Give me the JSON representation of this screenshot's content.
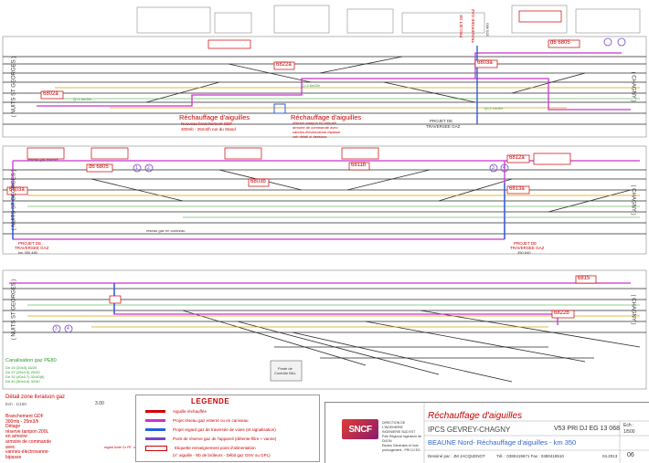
{
  "sections": [
    {
      "left_station": "( NUITS ST GEORGES )",
      "right_station": "( CHAGNY )",
      "heating_title": "Réchauffage d'aiguilles",
      "heating_lines": [
        "Nouveau branchement GDF",
        "300mb - 25m3/h rue du Stand"
      ],
      "cabinet_title": "Réchauffage d'aiguilles",
      "cabinet_lines": [
        "réserve tampon en armoire",
        "armoire de commande avec",
        "vannes-électrovanne-bipasse",
        "voir détail ci-dessous"
      ],
      "crossing_label": [
        "PROJET DE",
        "TRAVERSEE GAZ"
      ],
      "crossing_top_label": [
        "PROJET DE",
        "TRAVERSEE GAZ"
      ],
      "pk_labels": [
        "350.480",
        "350.640"
      ],
      "switch_tags": [
        "d6 6805",
        "6802a",
        "6803a",
        "6822a"
      ],
      "gas_flow_labels": [
        "Q=1.5m3/h",
        "Q=2.6m3/h",
        "Q=2.1m3/h"
      ]
    },
    {
      "left_station": "( NUITS ST GEORGES )",
      "right_station": "( CHAGNY )",
      "switch_tags": [
        "d6 6805",
        "6803a",
        "6803b",
        "6811b",
        "6812a",
        "6813a"
      ],
      "crossing_left": [
        "PROJET DE",
        "TRAVERSEE GAZ",
        "km 350.480"
      ],
      "crossing_right": [
        "PROJET DE",
        "TRAVERSEE GAZ",
        "350.640"
      ],
      "gas_labels": [
        "réseau gaz en caniveau",
        "réseau gaz enterré"
      ],
      "circle_marks": [
        "1",
        "2",
        "3",
        "4"
      ]
    },
    {
      "left_station": "( NUITS ST GEORGES )",
      "right_station": "( CHAGNY )",
      "switch_tags": [
        "6815",
        "6822b"
      ],
      "canal_title": "Canalisation gaz PE80",
      "canal_lines": [
        "Dn 15 (20x3) 16/20",
        "Dn 22 (25x3.5) 20/32",
        "Dn 32 (40x3.7) 32/40(6)",
        "Dn 40 (50x4.6) 32/40"
      ],
      "bal_label": [
        "Poste de",
        "Contrôle BAL"
      ],
      "circle_marks": [
        "3",
        "4"
      ]
    }
  ],
  "detail": {
    "title": "Détail zone livraison gaz",
    "scale": "Ech : 1/100",
    "lines": [
      "Branchement GDF 300mb - 25m3/h",
      "Détage",
      "réserve tampon 200L en armoire",
      "armoire de commande avec",
      "vannes-électrovanne-bipasse"
    ],
    "dimension": "3.00",
    "note": "regard fonte Cx PE"
  },
  "legend": {
    "title": "LEGENDE",
    "items": [
      {
        "label": "Aiguille réchauffée",
        "color": "#cc0000"
      },
      {
        "label": "Projet réseau gaz enterré ou en caniveau",
        "color": "#cc33cc"
      },
      {
        "label": "Projet regard gaz de traversée de voies (et signalisation)",
        "color": "#2b5fd9"
      },
      {
        "label": "Point de réserve gaz de l'appareil (détente-filtre + vanne)",
        "color": "#7744cc"
      },
      {
        "label": "Etiquette renseignement point d'alimentation",
        "color": "#cc0000"
      }
    ],
    "note": "(n° aiguille - Nb de brûleurs - Débit gaz GNV ou GPL)"
  },
  "title_block": {
    "title": "Réchauffage d'aiguilles",
    "line1": "IPCS GEVREY-CHAGNY",
    "reference": "V53 PRI DJ EG 13 068",
    "line2": "BEAUNE Nord- Réchauffage d'aiguilles - km 350",
    "drawn_by": "Dessiné par : JM JACQUENOT",
    "phone": "Tél. : 0380419671 Fax : 0380419510",
    "date": "04.2013",
    "sheet": "06",
    "scale_label": "Ech :",
    "scale": "1/500",
    "sncf": "SNCF",
    "sncf_sub": [
      "DIRECTION DE L'INGENIERIE",
      "INGENIERIE SUD EST",
      "Pôle Régional Ingénierie de DIJON",
      "Etudes Générales et Voie prolongement - PRI DJ EG"
    ]
  },
  "colors": {
    "track": "#2a2a2a",
    "gas": "#cc33cc",
    "crossing": "#2b5fd9",
    "heater": "#cc0000",
    "signal": "#2a9a2a",
    "cable": "#d9a400"
  }
}
